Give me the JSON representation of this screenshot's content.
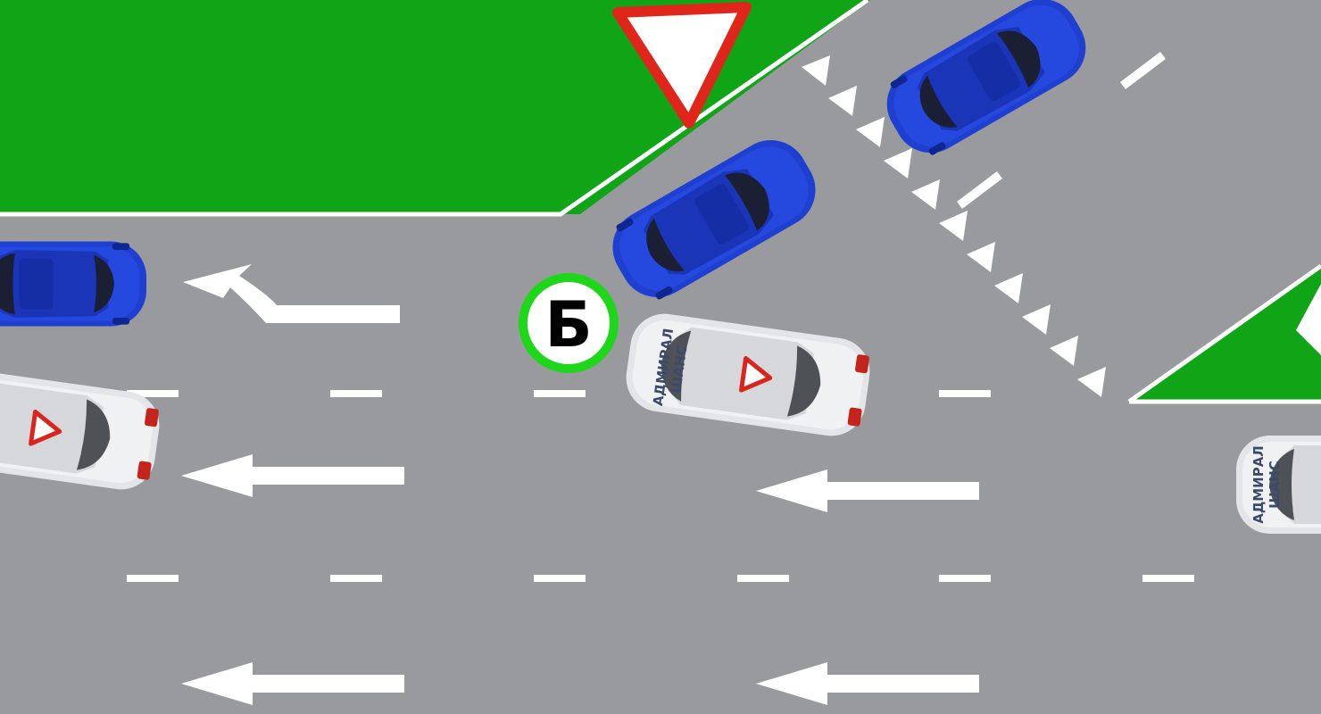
{
  "colors": {
    "road": "#999a9e",
    "grass": "#0fa516",
    "marking": "#ffffff",
    "blue_car": "#1f3fd1",
    "school_car": "#e4e5e8",
    "sign_red": "#e0261b",
    "badge_green": "#1ed61a"
  },
  "marker": {
    "label": "Б"
  },
  "school_car": {
    "text_line1": "АДМИРАЛ",
    "text_line2": "ШАНС"
  },
  "icons": [
    "yield-sign-icon",
    "u-sign-icon",
    "turn-left-arrow-icon",
    "straight-left-arrow-icon"
  ]
}
